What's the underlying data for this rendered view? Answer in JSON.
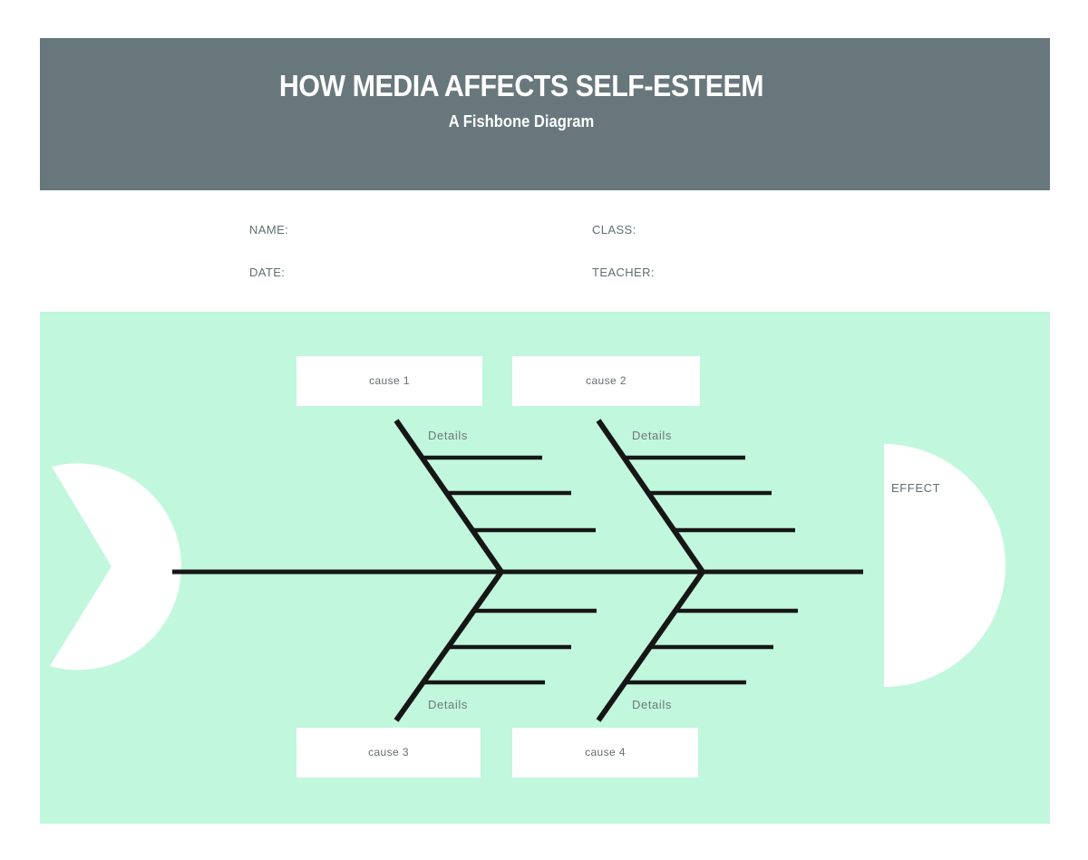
{
  "header": {
    "title": "HOW MEDIA AFFECTS SELF-ESTEEM",
    "subtitle": "A Fishbone Diagram",
    "background_color": "#68777C",
    "text_color": "#FFFFFF"
  },
  "student_info": {
    "name_label": "NAME:",
    "date_label": "DATE:",
    "class_label": "CLASS:",
    "teacher_label": "TEACHER:"
  },
  "diagram": {
    "type": "fishbone",
    "background_color": "#C1F7DD",
    "bone_color": "#161616",
    "shape_fill_color": "#FFFFFF",
    "effect_label": "EFFECT",
    "ribs_per_bone": 3,
    "causes": [
      {
        "label": "cause 1",
        "position": "top-left",
        "details_label": "Details"
      },
      {
        "label": "cause 2",
        "position": "top-right",
        "details_label": "Details"
      },
      {
        "label": "cause 3",
        "position": "bottom-left",
        "details_label": "Details"
      },
      {
        "label": "cause 4",
        "position": "bottom-right",
        "details_label": "Details"
      }
    ]
  }
}
